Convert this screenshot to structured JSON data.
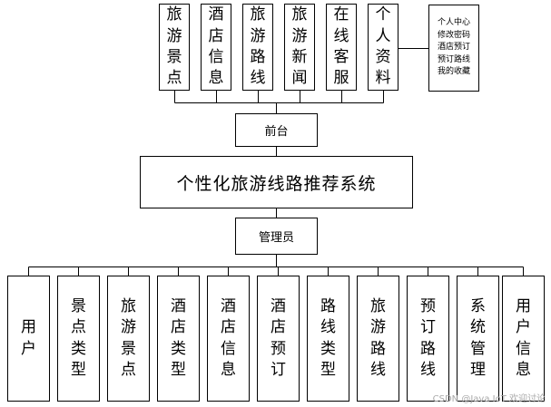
{
  "system": {
    "title": "个性化旅游线路推荐系统"
  },
  "frontend": {
    "label": "前台",
    "modules": [
      {
        "id": "f1",
        "label": "旅游景点"
      },
      {
        "id": "f2",
        "label": "酒店信息"
      },
      {
        "id": "f3",
        "label": "旅游路线"
      },
      {
        "id": "f4",
        "label": "旅游新闻"
      },
      {
        "id": "f5",
        "label": "在线客服"
      },
      {
        "id": "f6",
        "label": "个人资料"
      }
    ],
    "personal_note": "个人中心\n修改密码\n酒店预订\n预订路线\n我的收藏"
  },
  "admin": {
    "label": "管理员",
    "modules": [
      {
        "id": "a1",
        "label": "用户"
      },
      {
        "id": "a2",
        "label": "景点类型"
      },
      {
        "id": "a3",
        "label": "旅游景点"
      },
      {
        "id": "a4",
        "label": "酒店类型"
      },
      {
        "id": "a5",
        "label": "酒店信息"
      },
      {
        "id": "a6",
        "label": "酒店预订"
      },
      {
        "id": "a7",
        "label": "路线类型"
      },
      {
        "id": "a8",
        "label": "旅游路线"
      },
      {
        "id": "a9",
        "label": "预订路线"
      },
      {
        "id": "a10",
        "label": "系统管理"
      },
      {
        "id": "a11",
        "label": "用户信息"
      }
    ]
  },
  "watermark": "CSDN @Java IoT 欢迎讨论"
}
